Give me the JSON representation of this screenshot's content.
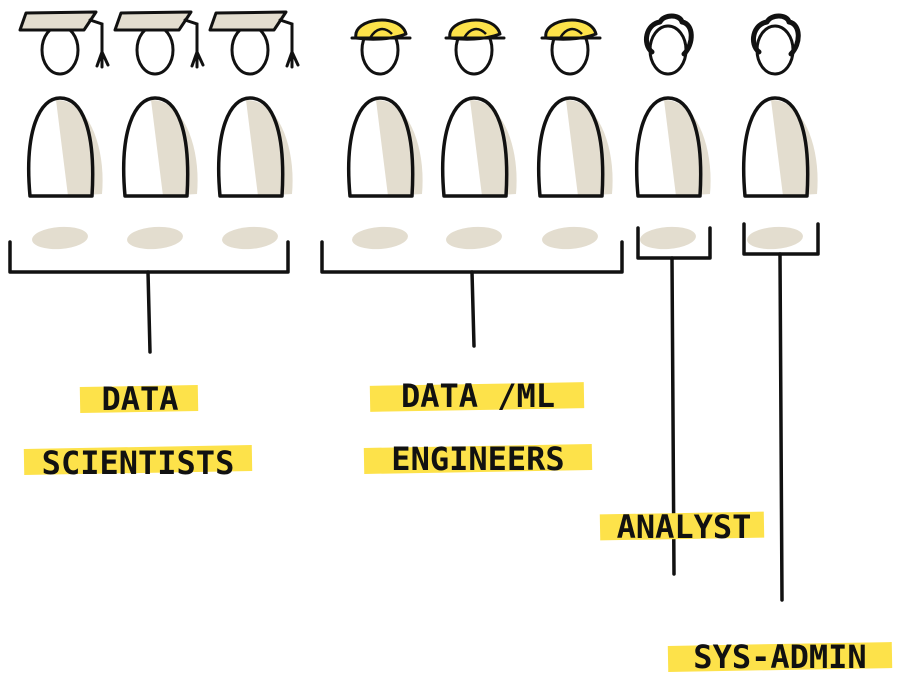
{
  "colors": {
    "ink": "#111111",
    "shade": "#e3ddcf",
    "highlight": "#fde24a",
    "body_fill": "#ffffff"
  },
  "roles": [
    {
      "id": "data-scientists",
      "hat": "graduation-cap",
      "lines": [
        "DATA",
        "SCIENTISTS"
      ]
    },
    {
      "id": "data-ml-engineers",
      "hat": "hard-hat",
      "lines": [
        "DATA /ML",
        "ENGINEERS"
      ]
    },
    {
      "id": "analyst",
      "hat": "curly-hair",
      "lines": [
        "ANALYST"
      ]
    },
    {
      "id": "sys-admin",
      "hat": "curly-hair",
      "lines": [
        "SYS-ADMIN"
      ]
    }
  ],
  "people": [
    {
      "role": "data-scientists",
      "hat": "graduation-cap"
    },
    {
      "role": "data-scientists",
      "hat": "graduation-cap"
    },
    {
      "role": "data-scientists",
      "hat": "graduation-cap"
    },
    {
      "role": "data-ml-engineers",
      "hat": "hard-hat"
    },
    {
      "role": "data-ml-engineers",
      "hat": "hard-hat"
    },
    {
      "role": "data-ml-engineers",
      "hat": "hard-hat"
    },
    {
      "role": "analyst",
      "hat": "curly-hair"
    },
    {
      "role": "sys-admin",
      "hat": "curly-hair"
    }
  ]
}
